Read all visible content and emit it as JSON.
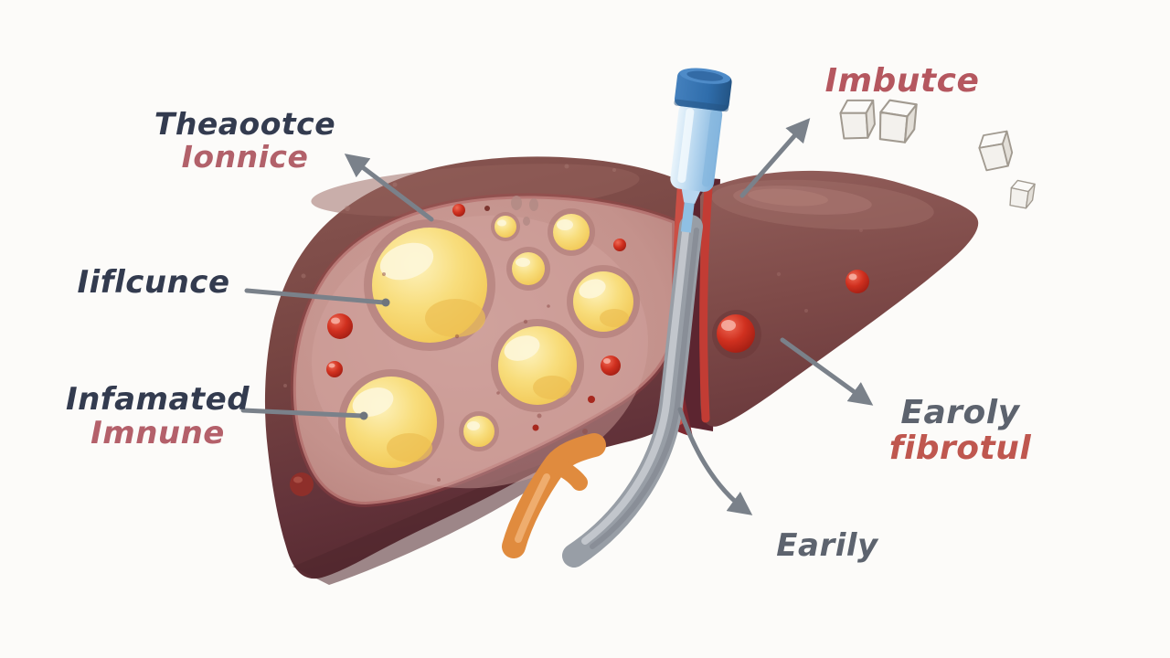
{
  "figure": {
    "title": "Liver cross-section illustration with biopsy syringe, fatty globules and sugar cubes",
    "background": "#fcfbf9"
  },
  "callouts": [
    {
      "name": "top-left",
      "lines": [
        {
          "text": "Theaootce",
          "color": "#333b4f"
        },
        {
          "text": "Ionnice",
          "color": "#b2616a"
        }
      ]
    },
    {
      "name": "mid-left",
      "lines": [
        {
          "text": "Iiflcunce",
          "color": "#333b4f"
        }
      ]
    },
    {
      "name": "bottom-left",
      "lines": [
        {
          "text": "Infamated",
          "color": "#333b4f"
        },
        {
          "text": "Imnune",
          "color": "#b4606a"
        }
      ]
    },
    {
      "name": "top-right",
      "lines": [
        {
          "text": "Imbutce",
          "color": "#b5575f"
        }
      ]
    },
    {
      "name": "right",
      "lines": [
        {
          "text": "Earoly",
          "color": "#5d636e"
        },
        {
          "text": "fibrotul",
          "color": "#bf574f"
        }
      ]
    },
    {
      "name": "bottom-center",
      "lines": [
        {
          "text": "Earily",
          "color": "#5d636e"
        }
      ]
    }
  ],
  "illustration": {
    "parts": [
      "liver-left-lobe-cross-section",
      "liver-right-lobe",
      "fatty-globules",
      "blood-droplets",
      "portal-fissure",
      "biopsy-syringe",
      "catheter-tube",
      "bile-duct",
      "sugar-cubes",
      "callout-arrows"
    ],
    "colors": {
      "liver_outer": "#74413f",
      "liver_inner_cut": "#c4928c",
      "globule_yellow": "#f6d668",
      "droplet_red": "#c0271d",
      "fissure_red": "#c8443c",
      "syringe_barrel_blue": "#a9cdea",
      "syringe_cap_blue": "#2f6dab",
      "tube_gray": "#9aa0a8",
      "duct_orange": "#e08b3e",
      "cube_white": "#f3f1ed",
      "arrow_gray": "#7a818a"
    }
  }
}
